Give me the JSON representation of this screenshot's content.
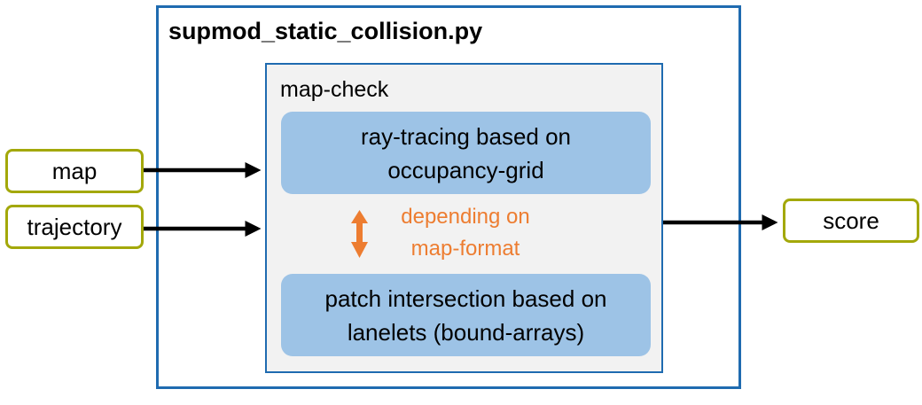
{
  "module": {
    "title": "supmod_static_collision.py"
  },
  "map_check": {
    "title": "map-check",
    "method_top": "ray-tracing based on\noccupancy-grid",
    "method_bottom": "patch intersection based on\nlanelets (bound-arrays)",
    "note": "depending on\nmap-format"
  },
  "inputs": {
    "map": "map",
    "trajectory": "trajectory"
  },
  "outputs": {
    "score": "score"
  },
  "colors": {
    "container_border": "#1f6bb0",
    "method_fill": "#9dc3e6",
    "inner_fill": "#f2f2f2",
    "io_border": "#a3a80a",
    "note_text": "#ed7d31",
    "arrow": "#000000"
  }
}
